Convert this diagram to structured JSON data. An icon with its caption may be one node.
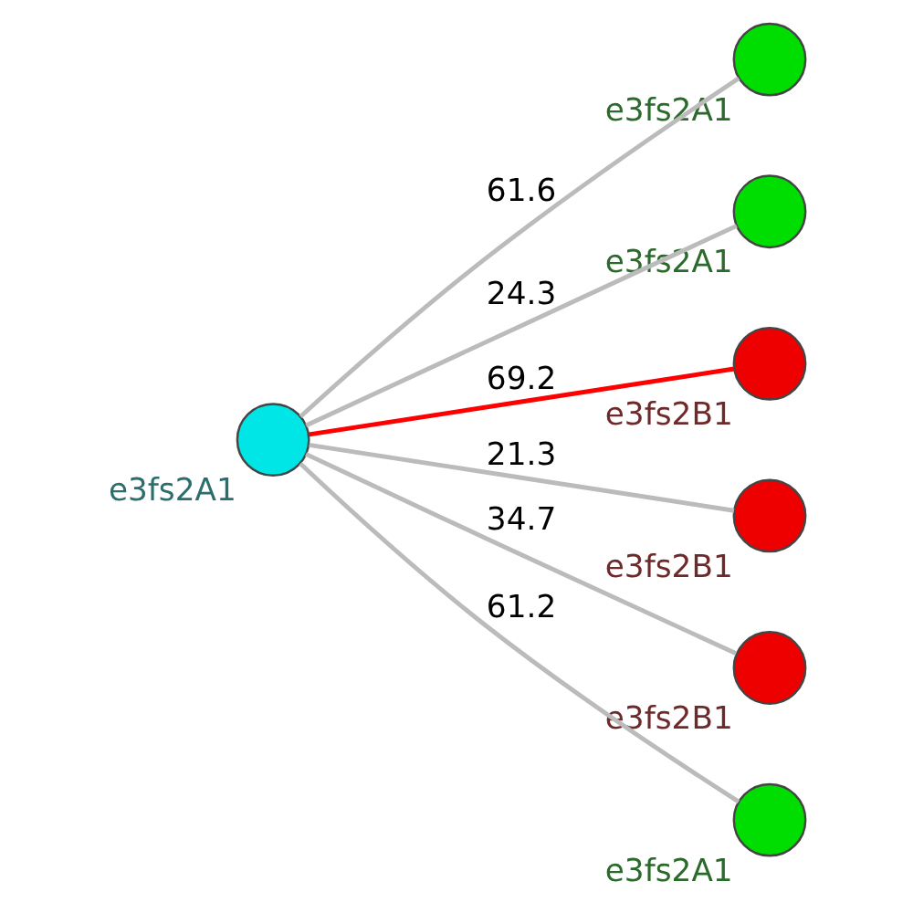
{
  "diagram": {
    "nodes": [
      {
        "text": [],
        "shape": "circle",
        "beside": [
          "e3fs2A1"
        ]
      },
      {
        "text": [],
        "shape": "circle",
        "beside": [
          "e3fs2A1"
        ]
      },
      {
        "text": [],
        "shape": "circle",
        "beside": [
          "e3fs2A1"
        ]
      },
      {
        "text": [],
        "shape": "circle",
        "beside": [
          "e3fs2B1"
        ]
      },
      {
        "text": [],
        "shape": "circle",
        "beside": [
          "e3fs2B1"
        ]
      },
      {
        "text": [],
        "shape": "circle",
        "beside": [
          "e3fs2B1"
        ]
      },
      {
        "text": [],
        "shape": "circle",
        "beside": [
          "e3fs2A1"
        ]
      }
    ],
    "edges": [
      {
        "from": 0,
        "to": 1,
        "arrow": "none",
        "label": "61.6"
      },
      {
        "from": 0,
        "to": 3,
        "arrow": "none",
        "label": "69.2",
        "color": "#ff0000"
      },
      {
        "from": 0,
        "to": 2,
        "arrow": "none",
        "label": "24.3"
      },
      {
        "from": 0,
        "to": 4,
        "arrow": "none",
        "label": "21.3"
      },
      {
        "from": 0,
        "to": 5,
        "arrow": "none",
        "label": "34.7"
      },
      {
        "from": 0,
        "to": 6,
        "arrow": "none",
        "label": "61.2"
      }
    ]
  }
}
